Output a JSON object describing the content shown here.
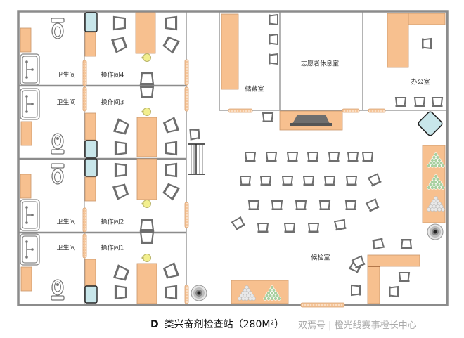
{
  "title": "D 类兴奋剂检查站（280M²）",
  "caption": {
    "prefix": "D",
    "text": "类兴奋剂检查站（280M²）"
  },
  "watermark": "双焉号 | 橙光线赛事橙长中心",
  "colors": {
    "wall": "#8c8c8c",
    "furniture": "#f7c08f",
    "furniture_border": "#c8956a",
    "chair": "#6e6e6e",
    "fridge": "#c8e6ea",
    "lamp": "#f2ef8e",
    "door": "#f6c69a"
  },
  "rooms": [
    {
      "id": "toilet-4",
      "label": "卫生间"
    },
    {
      "id": "operation-4",
      "label": "操作间4"
    },
    {
      "id": "toilet-3",
      "label": "卫生间"
    },
    {
      "id": "operation-3",
      "label": "操作间3"
    },
    {
      "id": "toilet-2",
      "label": "卫生间"
    },
    {
      "id": "operation-2",
      "label": "操作间2"
    },
    {
      "id": "toilet-1",
      "label": "卫生间"
    },
    {
      "id": "operation-1",
      "label": "操作间1"
    },
    {
      "id": "storage",
      "label": "储藏室"
    },
    {
      "id": "volunteer-lounge",
      "label": "志愿者休息室"
    },
    {
      "id": "office",
      "label": "办公室"
    },
    {
      "id": "waiting-room",
      "label": "候检室"
    }
  ]
}
